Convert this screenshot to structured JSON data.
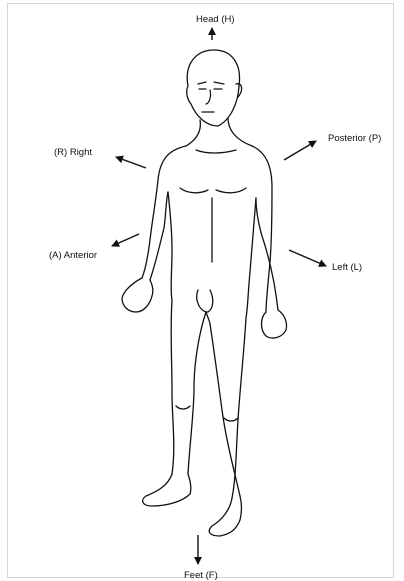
{
  "diagram": {
    "labels": {
      "head": "Head (H)",
      "right": "(R) Right",
      "posterior": "Posterior (P)",
      "anterior": "(A) Anterior",
      "left": "Left (L)",
      "feet": "Feet (F)"
    },
    "colors": {
      "ink": "#111111",
      "background": "#ffffff",
      "frame": "#d6d6d6"
    }
  }
}
